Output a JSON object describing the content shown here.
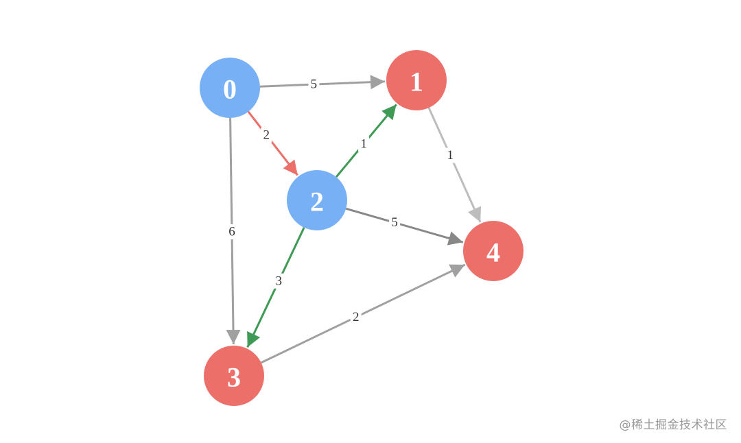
{
  "colors": {
    "visited_node": "#78b0f5",
    "unvisited_node": "#ec6f6a",
    "default_edge": "#a0a0a0",
    "dark_edge": "#888888",
    "light_edge": "#bdbdbd",
    "selected_edge": "#ec6f6a",
    "candidate_edge": "#3f9a55"
  },
  "nodes": [
    {
      "id": "0",
      "label": "0",
      "state": "visited"
    },
    {
      "id": "1",
      "label": "1",
      "state": "unvisited"
    },
    {
      "id": "2",
      "label": "2",
      "state": "visited"
    },
    {
      "id": "3",
      "label": "3",
      "state": "unvisited"
    },
    {
      "id": "4",
      "label": "4",
      "state": "unvisited"
    }
  ],
  "edges": [
    {
      "from": "0",
      "to": "1",
      "weight": "5",
      "style": "default"
    },
    {
      "from": "0",
      "to": "2",
      "weight": "2",
      "style": "selected"
    },
    {
      "from": "0",
      "to": "3",
      "weight": "6",
      "style": "default"
    },
    {
      "from": "2",
      "to": "1",
      "weight": "1",
      "style": "candidate"
    },
    {
      "from": "2",
      "to": "3",
      "weight": "3",
      "style": "candidate"
    },
    {
      "from": "2",
      "to": "4",
      "weight": "5",
      "style": "dark"
    },
    {
      "from": "1",
      "to": "4",
      "weight": "1",
      "style": "light"
    },
    {
      "from": "3",
      "to": "4",
      "weight": "2",
      "style": "default"
    }
  ],
  "watermark": "@稀土掘金技术社区"
}
